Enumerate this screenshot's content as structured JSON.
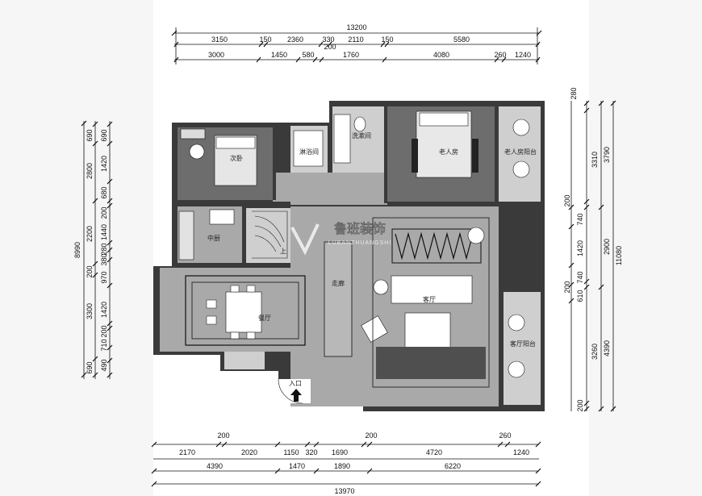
{
  "top_dims": {
    "total": "13200",
    "row1": [
      "3150",
      "150",
      "2360",
      "330",
      "2110",
      "150",
      "5580"
    ],
    "row2": [
      "3000",
      "1450",
      "580",
      "200",
      "1760",
      "4080",
      "260",
      "1240"
    ]
  },
  "bottom_dims": {
    "row1": [
      "200",
      "200",
      "260"
    ],
    "row2": [
      "2170",
      "2020",
      "1150",
      "320",
      "1690",
      "4720",
      "1240"
    ],
    "row3": [
      "4390",
      "1470",
      "1890",
      "6220"
    ],
    "total": "13970"
  },
  "left_dims": {
    "total": "8990",
    "outer": [
      "690",
      "2800",
      "2200",
      "200",
      "3300",
      "690"
    ],
    "inner": [
      "690",
      "1420",
      "680",
      "200",
      "1440",
      "280",
      "380",
      "970",
      "1420",
      "200",
      "710",
      "490"
    ]
  },
  "right_dims": {
    "total": "11080",
    "outer": [
      "3790",
      "2900",
      "4390"
    ],
    "middle": [
      "280",
      "3310",
      "200",
      "200",
      "3260",
      "200"
    ],
    "inner": [
      "740",
      "1420",
      "740",
      "610"
    ]
  },
  "rooms": {
    "bedroom2": "次卧",
    "bath": "淋浴间",
    "washroom": "洗漱间",
    "elder_room": "老人房",
    "elder_balcony": "老人房阳台",
    "kitchen": "中厨",
    "stair_up": "上",
    "corridor": "走廊",
    "living": "客厅",
    "dining": "餐厅",
    "living_balcony": "客厅阳台",
    "entrance": "入口"
  },
  "watermark": {
    "cn": "鲁班装饰",
    "en": "LUBANZHUANGSHI"
  }
}
